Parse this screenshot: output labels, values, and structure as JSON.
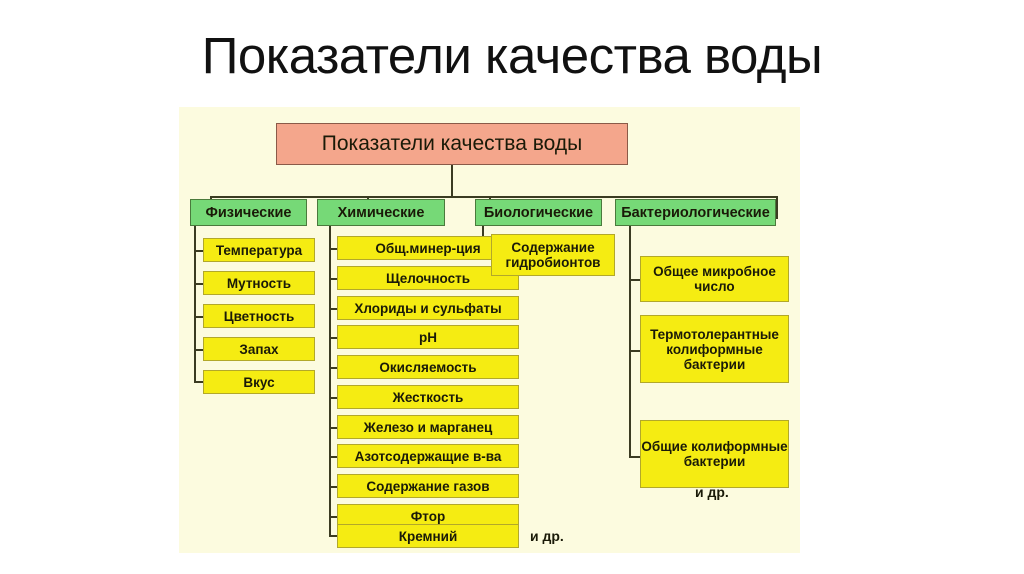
{
  "page": {
    "title": "Показатели качества воды"
  },
  "diagram": {
    "root": {
      "label": "Показатели качества воды"
    },
    "categories": [
      {
        "id": "physical",
        "label": "Физические",
        "etc": null,
        "items": [
          {
            "label": "Температура"
          },
          {
            "label": "Мутность"
          },
          {
            "label": "Цветность"
          },
          {
            "label": "Запах"
          },
          {
            "label": "Вкус"
          }
        ]
      },
      {
        "id": "chemical",
        "label": "Химические",
        "etc": "и др.",
        "items": [
          {
            "label": "Общ.минер-ция"
          },
          {
            "label": "Щелочность"
          },
          {
            "label": "Хлориды и сульфаты"
          },
          {
            "label": "pH"
          },
          {
            "label": "Окисляемость"
          },
          {
            "label": "Жесткость"
          },
          {
            "label": "Железо и марганец"
          },
          {
            "label": "Азотсодержащие в-ва"
          },
          {
            "label": "Содержание газов"
          },
          {
            "label": "Фтор"
          },
          {
            "label": "Кремний"
          }
        ]
      },
      {
        "id": "biological",
        "label": "Биологические",
        "etc": null,
        "items": [
          {
            "label": "Содержание гидробионтов"
          }
        ]
      },
      {
        "id": "bacteriological",
        "label": "Бактериологические",
        "etc": "и др.",
        "items": [
          {
            "label": "Общее микробное число"
          },
          {
            "label": "Термотолерантные колиформные бактерии"
          },
          {
            "label": "Общие колиформные бактерии"
          }
        ]
      }
    ]
  },
  "colors": {
    "page_background": "#ffffff",
    "panel_background": "#fcfbdf",
    "root_box": "#f4a68c",
    "category_box": "#76d977",
    "leaf_box": "#f5ec12",
    "connector": "#3b3b22",
    "text": "#1a1a08"
  }
}
